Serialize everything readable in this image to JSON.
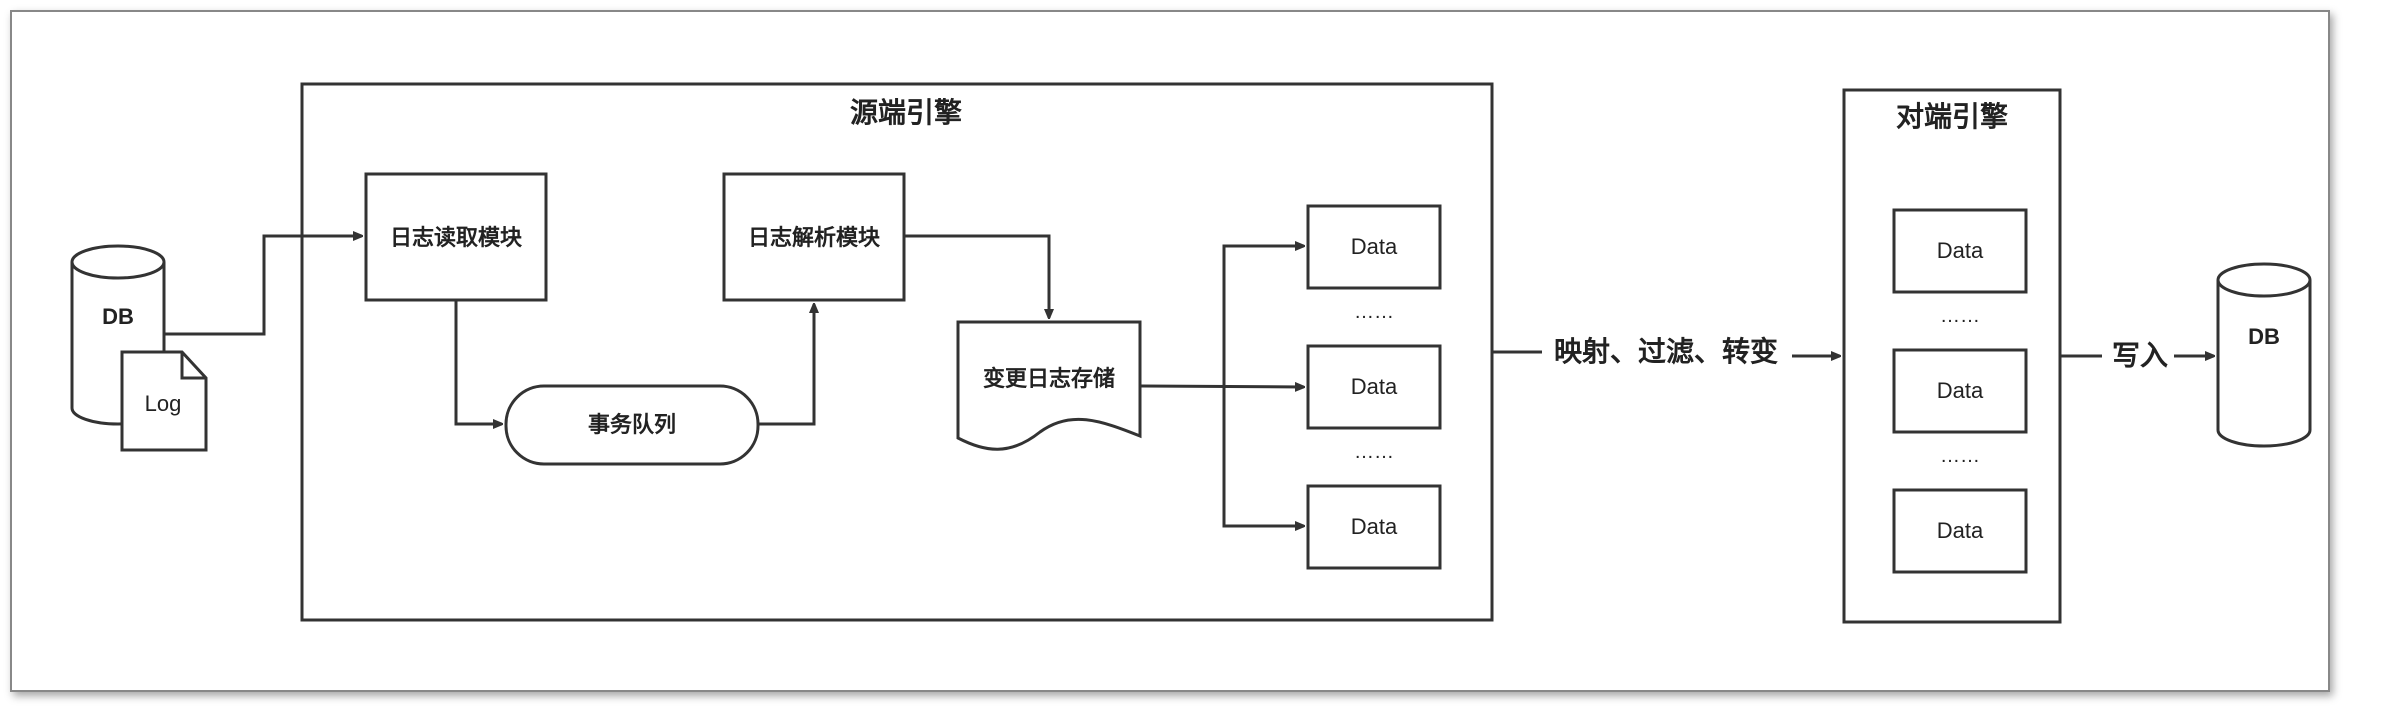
{
  "source_engine": {
    "title": "源端引擎",
    "log_read_module": "日志读取模块",
    "log_parse_module": "日志解析模块",
    "transaction_queue": "事务队列",
    "change_log_storage": "变更日志存储",
    "data_items": [
      "Data",
      "Data",
      "Data"
    ],
    "ellipsis": [
      "……",
      "……"
    ]
  },
  "target_engine": {
    "title": "对端引擎",
    "data_items": [
      "Data",
      "Data",
      "Data"
    ],
    "ellipsis": [
      "……",
      "……"
    ]
  },
  "source_db": {
    "label": "DB",
    "log": "Log"
  },
  "target_db": {
    "label": "DB"
  },
  "edge_labels": {
    "transform": "映射、过滤、转变",
    "write": "写入"
  }
}
